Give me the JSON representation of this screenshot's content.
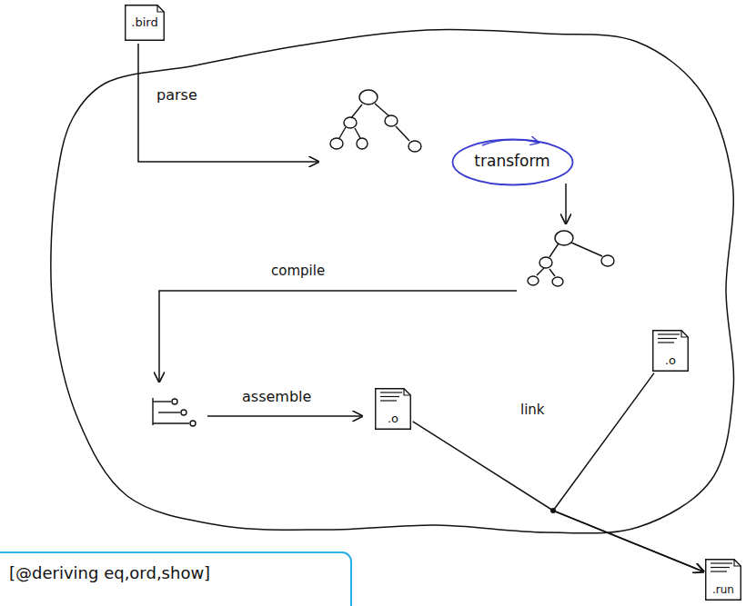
{
  "diagram": {
    "nodes": [
      {
        "text": [
          ".bird"
        ]
      },
      {
        "text": [
          "transform"
        ]
      },
      {
        "text": [
          ".o"
        ]
      },
      {
        "text": [
          ".o"
        ]
      },
      {
        "text": [
          "[@deriving eq,ord,show]"
        ]
      },
      {
        "text": [
          ".run"
        ]
      }
    ],
    "edges": [
      {
        "from": 3,
        "to": 5,
        "arrow": "to"
      },
      {
        "from": 2,
        "to": 5,
        "arrow": "to"
      }
    ],
    "labels": [
      "parse",
      "compile",
      "assemble",
      "link"
    ]
  }
}
